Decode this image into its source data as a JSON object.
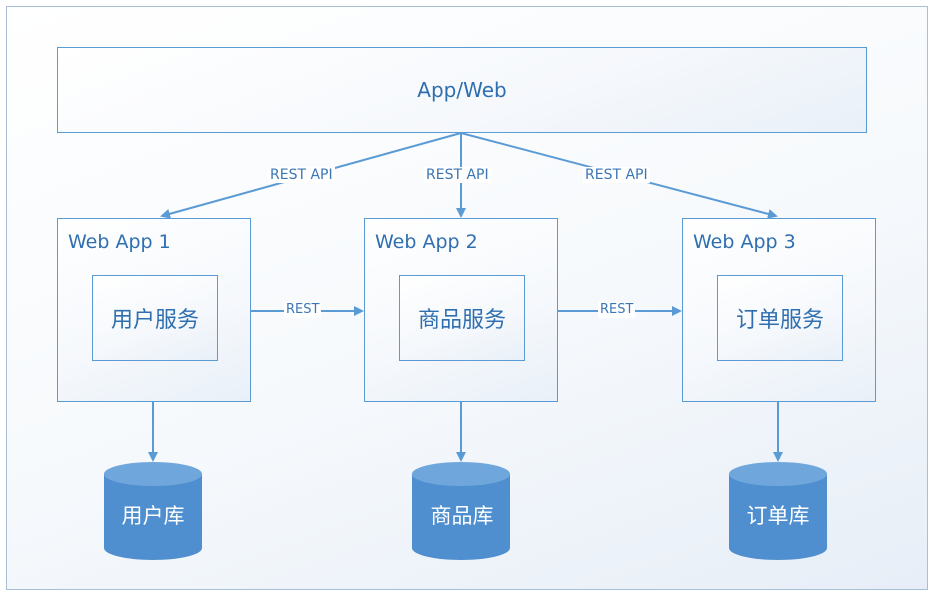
{
  "client": {
    "label": "App/Web"
  },
  "api_labels": [
    "REST API",
    "REST API",
    "REST API"
  ],
  "rest_labels": [
    "REST",
    "REST"
  ],
  "web_apps": [
    {
      "title": "Web App 1",
      "service": "用户服务",
      "database": "用户库"
    },
    {
      "title": "Web App 2",
      "service": "商品服务",
      "database": "商品库"
    },
    {
      "title": "Web App 3",
      "service": "订单服务",
      "database": "订单库"
    }
  ],
  "colors": {
    "border": "#5b9bd5",
    "text": "#2f6fb0",
    "database_fill": "#4f8fcf",
    "arrow": "#5b9bd5"
  }
}
